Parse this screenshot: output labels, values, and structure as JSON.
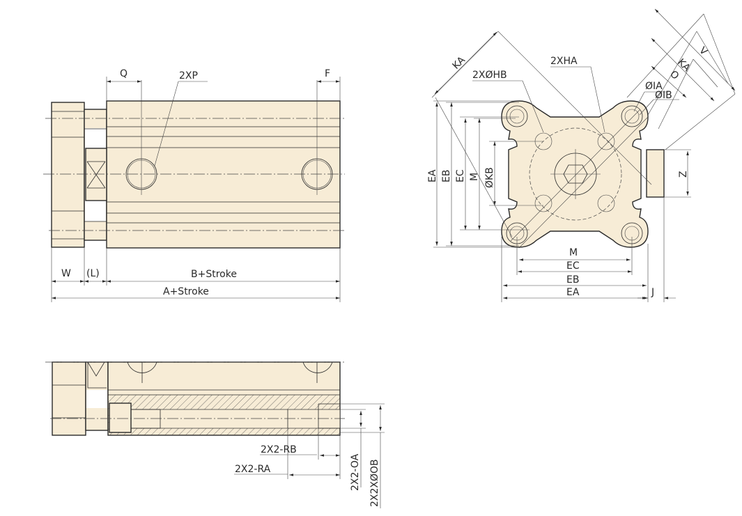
{
  "side_view": {
    "q": "Q",
    "p": "2XP",
    "f": "F",
    "w": "W",
    "l": "(L)",
    "b": "B+Stroke",
    "a": "A+Stroke"
  },
  "end_view": {
    "ka_left": "KA",
    "hb": "2XØHB",
    "ha": "2XHA",
    "v": "V",
    "ka_right": "KA",
    "o": "O",
    "ia": "ØIA",
    "ib": "ØIB",
    "ea_v": "EA",
    "eb_v": "EB",
    "ec_v": "EC",
    "m_v": "M",
    "kb": "ØKB",
    "z": "Z",
    "m_h": "M",
    "ec_h": "EC",
    "eb_h": "EB",
    "ea_h": "EA",
    "j": "J"
  },
  "section_view": {
    "rb": "2X2-RB",
    "ra": "2X2-RA",
    "oa": "2X2-OA",
    "ob": "2X2XØOB"
  }
}
